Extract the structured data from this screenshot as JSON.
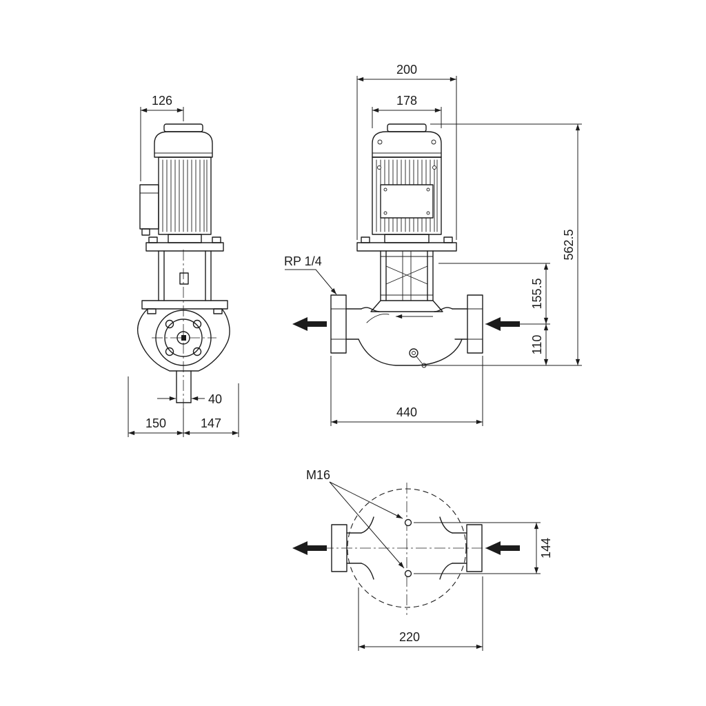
{
  "drawing": {
    "side_view": {
      "dim_width_to_center": "126",
      "dim_port_bore": "40",
      "dim_left_of_center": "150",
      "dim_right_of_center": "147"
    },
    "front_view": {
      "dim_plate_width": "200",
      "dim_motor_width": "178",
      "label_gauge_port": "RP 1/4",
      "dim_total_height": "562.5",
      "dim_center_to_seal": "155.5",
      "dim_center_to_base": "110",
      "dim_port_to_port": "440"
    },
    "plan_view": {
      "label_fixing_holes": "M16",
      "dim_hole_spacing": "144",
      "dim_center_to_flange": "220"
    },
    "colors": {
      "line": "#1c1c1c",
      "background": "#ffffff"
    }
  }
}
